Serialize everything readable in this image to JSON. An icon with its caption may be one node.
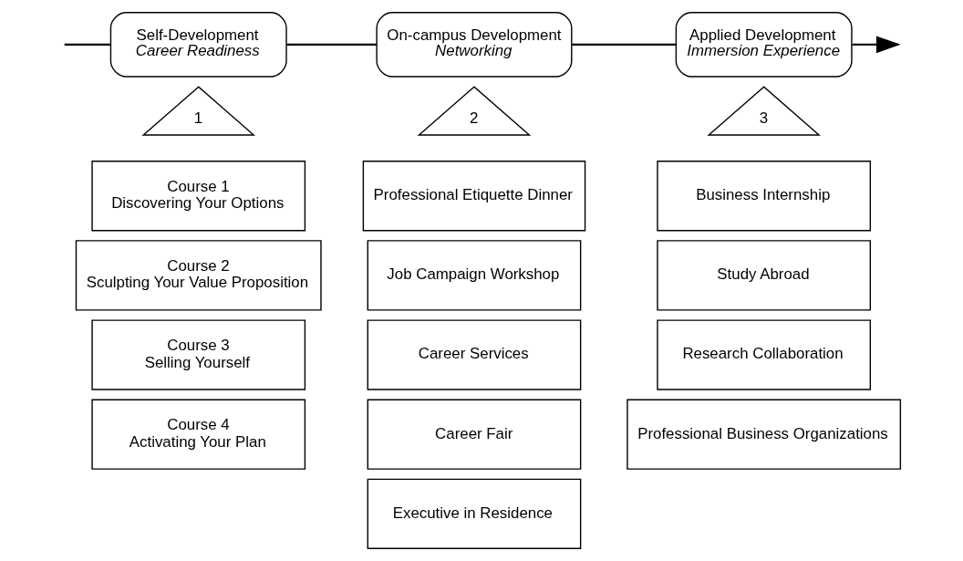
{
  "diagram": {
    "nodes": [
      {
        "text": [
          "Self-Development",
          "Career Readiness"
        ]
      },
      {
        "text": [
          "1"
        ]
      },
      {
        "text": [
          "Course 1",
          "Discovering Your Options"
        ]
      },
      {
        "text": [
          "Course 2",
          "Sculpting Your Value Proposition"
        ]
      },
      {
        "text": [
          "Course 3",
          "Selling Yourself"
        ]
      },
      {
        "text": [
          "Course 4",
          "Activating Your Plan"
        ]
      },
      {
        "text": [
          "On-campus Development",
          "Networking"
        ]
      },
      {
        "text": [
          "2"
        ]
      },
      {
        "text": [
          "Professional Etiquette Dinner"
        ]
      },
      {
        "text": [
          "Job Campaign Workshop"
        ]
      },
      {
        "text": [
          "Career Services"
        ]
      },
      {
        "text": [
          "Career Fair"
        ]
      },
      {
        "text": [
          "Executive in Residence"
        ]
      },
      {
        "text": [
          "Applied Development",
          "Immersion Experience"
        ]
      },
      {
        "text": [
          "3"
        ]
      },
      {
        "text": [
          "Business Internship"
        ]
      },
      {
        "text": [
          "Study Abroad"
        ]
      },
      {
        "text": [
          "Research Collaboration"
        ]
      },
      {
        "text": [
          "Professional Business Organizations"
        ]
      }
    ],
    "edges": [
      {
        "from": null,
        "to": 0,
        "arrow": "none"
      },
      {
        "from": 0,
        "to": 6,
        "arrow": "none"
      },
      {
        "from": 6,
        "to": 13,
        "arrow": "none"
      },
      {
        "from": 13,
        "to": null,
        "arrow": "to"
      }
    ]
  }
}
